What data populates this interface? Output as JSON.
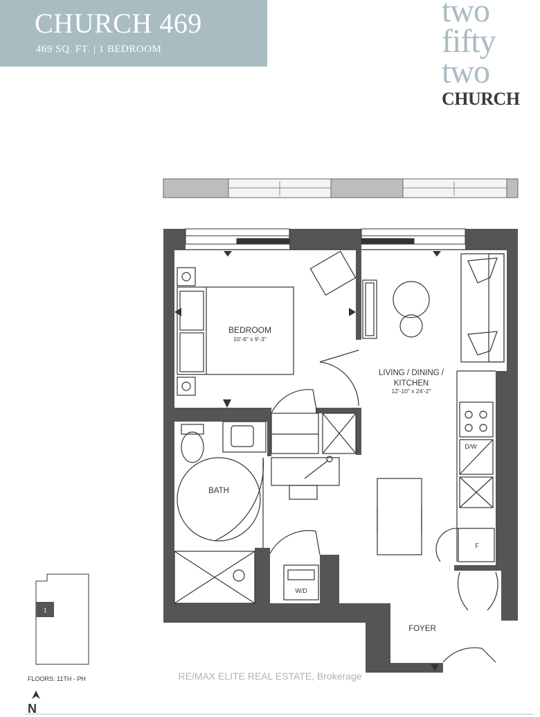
{
  "header": {
    "unit_name": "CHURCH 469",
    "details": "469 SQ. FT.  |  1 BEDROOM",
    "background_color": "#a9bcc2"
  },
  "logo": {
    "line1": "two",
    "line2": "fifty",
    "line3": "two",
    "line4": "CHURCH",
    "color": "#a9bcc2"
  },
  "rooms": {
    "bedroom": {
      "name": "BEDROOM",
      "dims": "10'-6\" x 9'-3\""
    },
    "living": {
      "name_line1": "LIVING / DINING /",
      "name_line2": "KITCHEN",
      "dims": "12'-10\" x 24'-2\""
    },
    "bath": {
      "name": "BATH"
    },
    "foyer": {
      "name": "FOYER"
    },
    "washer_dryer": "W/D",
    "dishwasher": "D/W",
    "fridge": "F"
  },
  "key_plan": {
    "unit_marker": "1",
    "floors": "FLOORS: 11TH - PH"
  },
  "north_label": "N",
  "watermark": "RE/MAX ELITE REAL ESTATE, Brokerage",
  "colors": {
    "wall": "#555555",
    "line": "#333333"
  }
}
